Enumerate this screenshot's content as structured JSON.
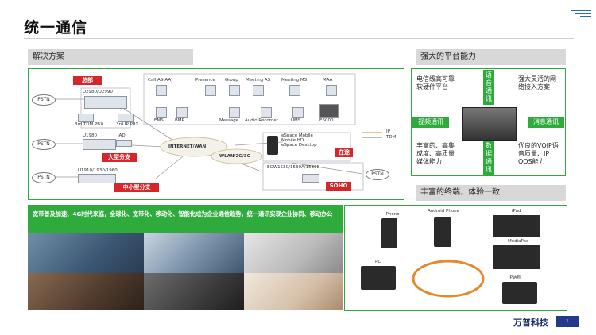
{
  "title": "统一通信",
  "solution": {
    "header": "解决方案",
    "net": {
      "hq": "总部",
      "big_branch": "大型分支",
      "small_branch": "中小型分支",
      "travel": "在途",
      "soho": "SOHO",
      "pstn": "PSTN",
      "internet": "INTERNET/WAN",
      "wlan": "WLAN/2G/3G",
      "ip": "IP",
      "tdm": "TDM",
      "pbx1": "U2980/U2990",
      "tdm_pbx": "3rd TDM PBX",
      "ip_pbx": "3rd IP PBX",
      "u1980": "U1980",
      "iad": "IAD",
      "u1910": "U1910/1930/1960",
      "egw": "EGW1520/1530A/1530B",
      "espace_mobile": "eSpace Mobile",
      "mobile_hd": "Mobile HD",
      "espace_desktop": "eSpace Desktop",
      "servers_top": [
        "Call AS(AA)",
        "Presence",
        "Group",
        "Meeting AS",
        "Meeting MS",
        "MAA"
      ],
      "servers_bottom": [
        "EMS",
        "BMP",
        "Message",
        "Audio Recorder",
        "UMS",
        "E6000"
      ]
    }
  },
  "platform": {
    "header": "强大的平台能力",
    "tl": "电信级高可靠软硬件平台",
    "tr": "强大灵活的网络接入方案",
    "bl": "丰富的、高集成度、高质量媒体能力",
    "br": "优良的VOIP语音质量、IP QOS能力",
    "top": "语音通讯",
    "bottom": "数据通讯",
    "left": "视频通讯",
    "right": "消息通讯"
  },
  "terminals": {
    "header": "丰富的终端，体验一致",
    "iphone": "iPhone",
    "android": "Android Phone",
    "ipad": "iPad",
    "mediapad": "MediaPad",
    "pc": "PC",
    "ipphone": "IP话机"
  },
  "trend": "宽带普及加速、4G时代来临，全球化、宽带化、移动化、智能化成为企业通信趋势，统一通讯实现企业协同、移动办公",
  "footer": {
    "brand": "万普科技",
    "page": "1"
  },
  "colors": {
    "green": "#2faa3d",
    "red": "#d6262b",
    "navy": "#233a8a"
  }
}
